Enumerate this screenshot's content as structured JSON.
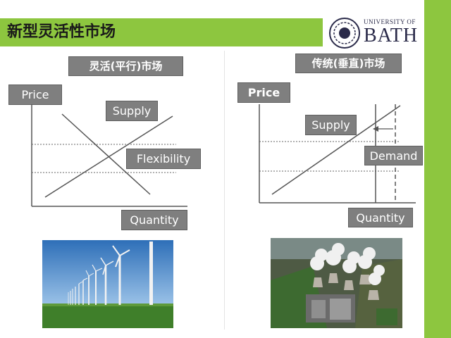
{
  "title": "新型灵活性市场",
  "logo": {
    "line1": "UNIVERSITY OF",
    "line2": "BATH"
  },
  "left_panel": {
    "heading": "灵活(平行)市场",
    "price_label": "Price",
    "supply_label": "Supply",
    "flex_label": "Flexibility",
    "quantity_label": "Quantity"
  },
  "right_panel": {
    "heading": "传统(垂直)市场",
    "price_label": "Price",
    "supply_label": "Supply",
    "demand_label": "Demand",
    "quantity_label": "Quantity"
  },
  "colors": {
    "accent_green": "#8dc63f",
    "label_grey": "#7f7f7f"
  }
}
